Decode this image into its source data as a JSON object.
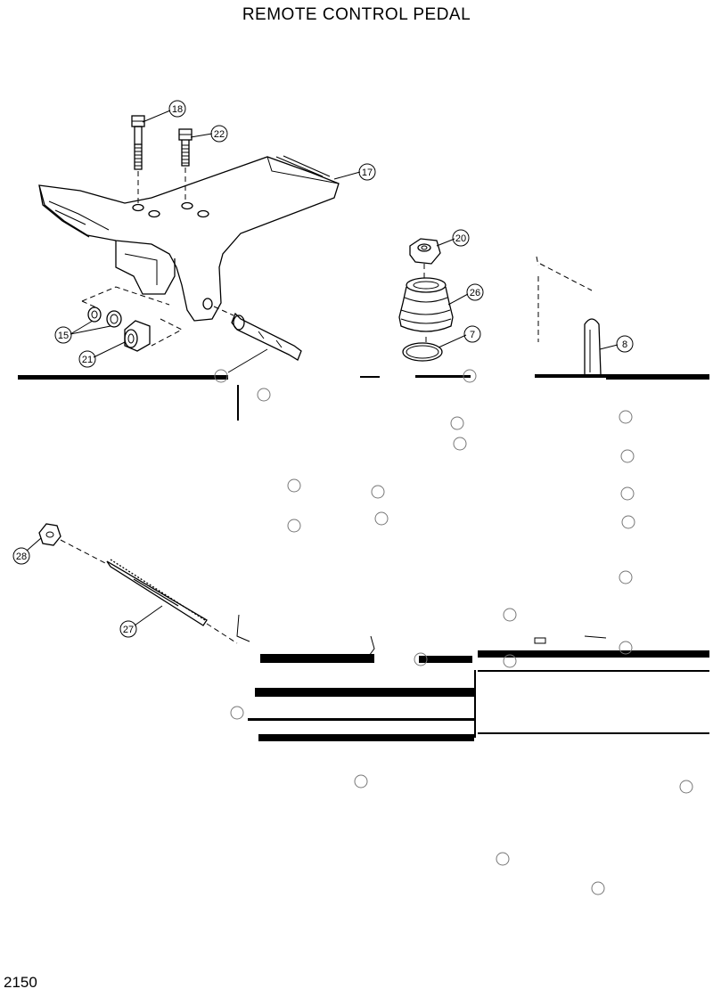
{
  "title": "REMOTE CONTROL PEDAL",
  "page_number": "2150",
  "callouts": {
    "c18": "18",
    "c22": "22",
    "c17": "17",
    "c20": "20",
    "c26": "26",
    "c7": "7",
    "c8": "8",
    "c15": "15",
    "c21": "21",
    "c28": "28",
    "c27": "27"
  },
  "parts": [
    "bolt",
    "bolt",
    "pedal-plate",
    "nut",
    "boot",
    "o-ring",
    "pin",
    "washers",
    "bushing",
    "hex-nut",
    "threaded-rod"
  ]
}
